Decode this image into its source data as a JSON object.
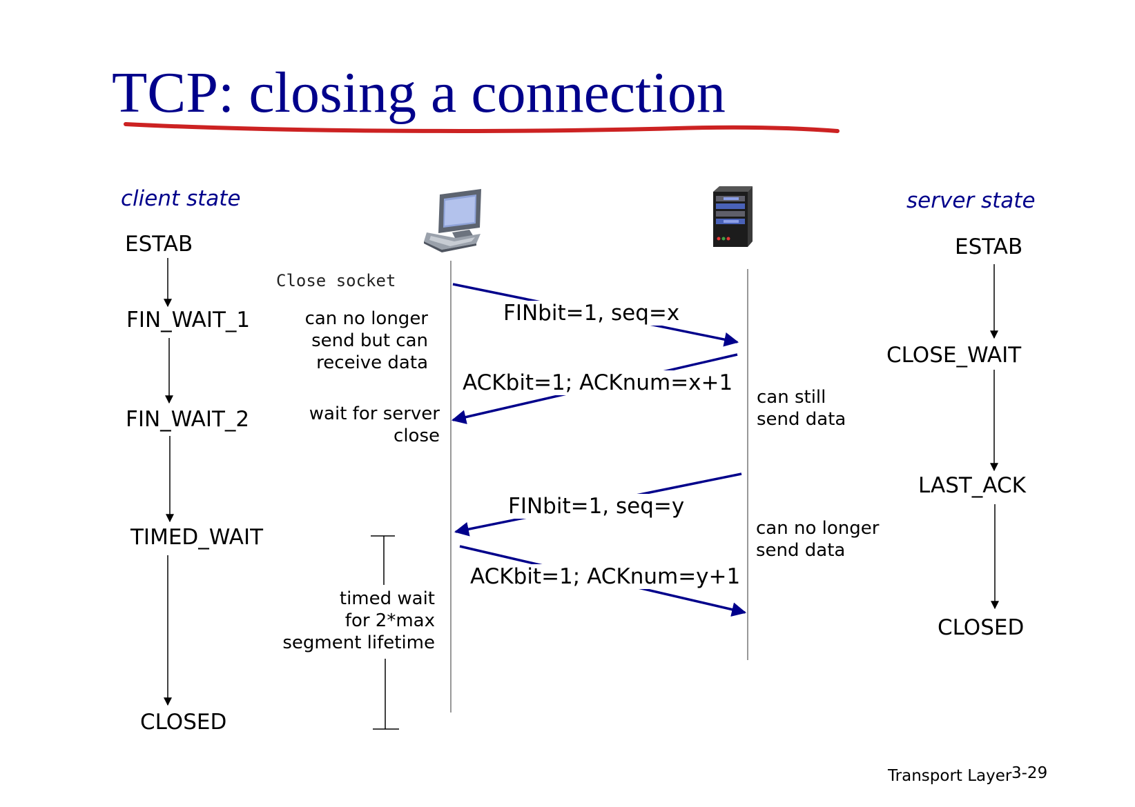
{
  "title": "TCP: closing a connection",
  "colors": {
    "title": "#00008b",
    "underline": "#cc2222",
    "arrow": "#00008b"
  },
  "client": {
    "header": "client state",
    "states": [
      "ESTAB",
      "FIN_WAIT_1",
      "FIN_WAIT_2",
      "TIMED_WAIT",
      "CLOSED"
    ],
    "icon": "desktop-computer-icon",
    "close_socket": "Close socket",
    "notes": {
      "fin_wait_1": "can no longer\nsend but can\nreceive data",
      "fin_wait_2": "wait for server\nclose",
      "timed_wait": "timed wait\nfor 2*max\nsegment lifetime"
    }
  },
  "server": {
    "header": "server state",
    "states": [
      "ESTAB",
      "CLOSE_WAIT",
      "LAST_ACK",
      "CLOSED"
    ],
    "icon": "server-tower-icon",
    "notes": {
      "can_still": "can still\nsend data",
      "can_no_longer": "can no longer\nsend data"
    }
  },
  "messages": [
    {
      "label": "FINbit=1, seq=x",
      "direction": "client-to-server"
    },
    {
      "label": "ACKbit=1; ACKnum=x+1",
      "direction": "server-to-client"
    },
    {
      "label": "FINbit=1, seq=y",
      "direction": "server-to-client"
    },
    {
      "label": "ACKbit=1; ACKnum=y+1",
      "direction": "client-to-server"
    }
  ],
  "footer": {
    "label": "Transport Layer",
    "page": "3-29"
  }
}
